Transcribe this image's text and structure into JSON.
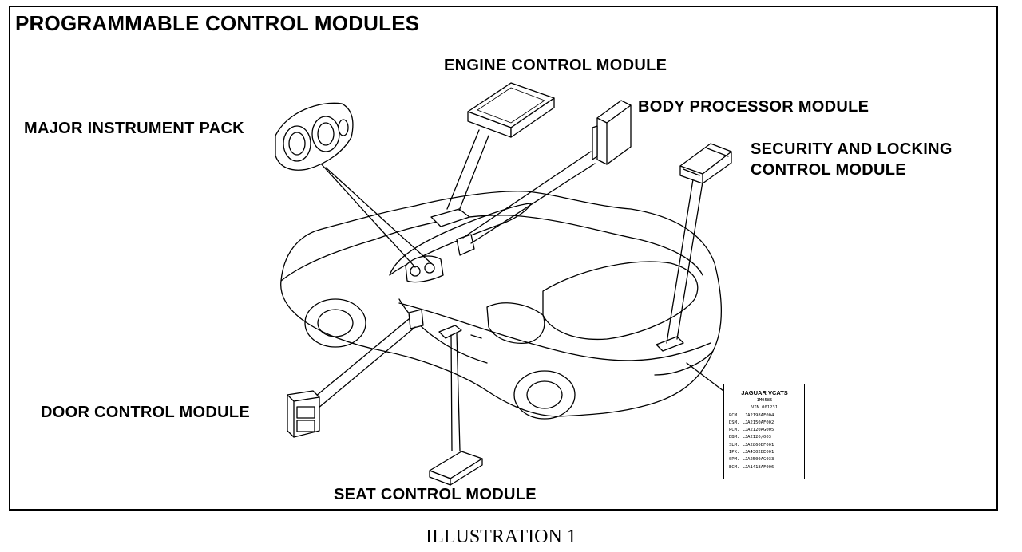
{
  "title": "PROGRAMMABLE CONTROL MODULES",
  "labels": {
    "engine": "ENGINE CONTROL MODULE",
    "body": "BODY PROCESSOR MODULE",
    "instrument": "MAJOR INSTRUMENT PACK",
    "security_line1": "SECURITY AND LOCKING",
    "security_line2": "CONTROL MODULE",
    "door": "DOOR CONTROL MODULE",
    "seat": "SEAT CONTROL MODULE"
  },
  "vcats_tag": {
    "title": "JAGUAR VCATS",
    "line1": "1M0585",
    "line2": "VIN 001231",
    "rows": [
      "PCM. LJA2198AF004",
      "DSM. LJA2150AF002",
      "PCM. LJA2120AG005",
      "DBM. LJA2120/003",
      "SLM. LJA2860BF001",
      "IPK. LJA4302BE001",
      "SPM. LJA2500AG033",
      "ECM. LJA1418AF006"
    ]
  },
  "caption": "ILLUSTRATION 1"
}
